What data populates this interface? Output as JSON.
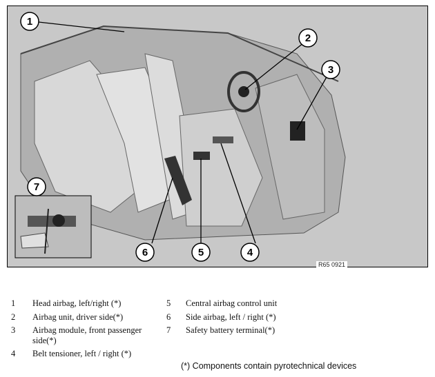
{
  "figure": {
    "ref_code": "R65 0921",
    "callouts": [
      "1",
      "2",
      "3",
      "4",
      "5",
      "6",
      "7"
    ]
  },
  "legend": {
    "items": [
      {
        "num": "1",
        "text": "Head airbag, left/right (*)"
      },
      {
        "num": "2",
        "text": "Airbag unit, driver side(*)"
      },
      {
        "num": "3",
        "text": "Airbag module, front passenger side(*)"
      },
      {
        "num": "4",
        "text": "Belt tensioner, left / right (*)"
      },
      {
        "num": "5",
        "text": "Central airbag control unit"
      },
      {
        "num": "6",
        "text": "Side airbag, left / right (*)"
      },
      {
        "num": "7",
        "text": "Safety battery terminal(*)"
      }
    ],
    "note": "(*) Components contain pyrotechnical devices"
  }
}
